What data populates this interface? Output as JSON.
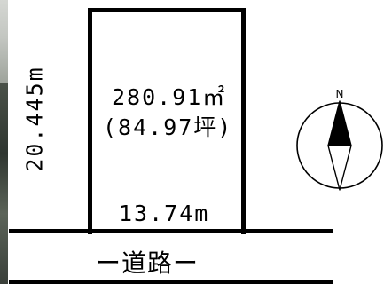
{
  "plot": {
    "area_sqm": "280.91㎡",
    "area_tsubo": "(84.97坪)",
    "frontage": "13.74m",
    "depth": "20.445m"
  },
  "road": {
    "label": "ー道路ー"
  },
  "compass": {
    "north_label": "N"
  },
  "colors": {
    "line": "#000000",
    "background": "#ffffff"
  }
}
